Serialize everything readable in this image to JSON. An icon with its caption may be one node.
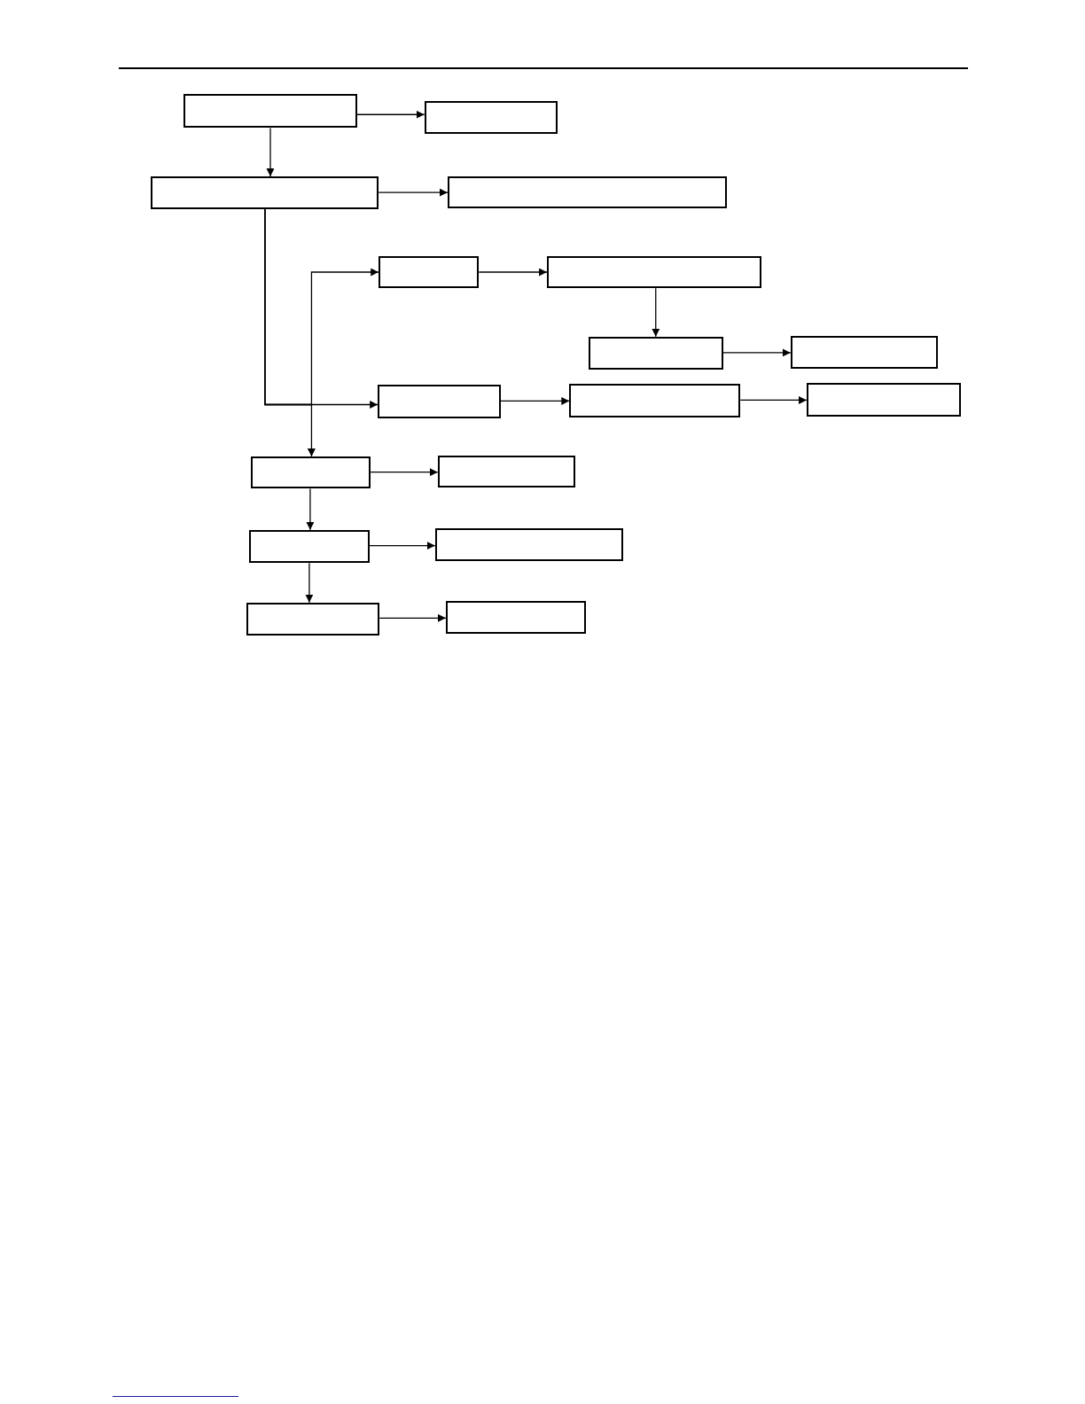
{
  "diagram": {
    "nodes": [
      {
        "text": [],
        "shape": "box"
      },
      {
        "text": [],
        "shape": "box"
      },
      {
        "text": [],
        "shape": "box"
      },
      {
        "text": [],
        "shape": "box"
      },
      {
        "text": [],
        "shape": "box"
      },
      {
        "text": [],
        "shape": "box"
      },
      {
        "text": [],
        "shape": "box"
      },
      {
        "text": [],
        "shape": "box"
      },
      {
        "text": [],
        "shape": "box"
      },
      {
        "text": [],
        "shape": "box"
      },
      {
        "text": [],
        "shape": "box"
      },
      {
        "text": [],
        "shape": "box"
      },
      {
        "text": [],
        "shape": "box"
      },
      {
        "text": [],
        "shape": "box"
      },
      {
        "text": [],
        "shape": "box"
      },
      {
        "text": [],
        "shape": "box"
      },
      {
        "text": [],
        "shape": "box"
      }
    ],
    "edges": [
      {
        "from": 0,
        "to": 1,
        "arrow": "to"
      },
      {
        "from": 0,
        "to": 2,
        "arrow": "to"
      },
      {
        "from": 2,
        "to": 3,
        "arrow": "to"
      },
      {
        "from": 2,
        "to": 4,
        "arrow": "to"
      },
      {
        "from": 2,
        "to": 8,
        "arrow": "to"
      },
      {
        "from": 2,
        "to": 11,
        "arrow": "to"
      },
      {
        "from": 4,
        "to": 5,
        "arrow": "to"
      },
      {
        "from": 5,
        "to": 6,
        "arrow": "to"
      },
      {
        "from": 6,
        "to": 7,
        "arrow": "to"
      },
      {
        "from": 8,
        "to": 9,
        "arrow": "to"
      },
      {
        "from": 9,
        "to": 10,
        "arrow": "to"
      },
      {
        "from": 11,
        "to": 12,
        "arrow": "to"
      },
      {
        "from": 11,
        "to": 13,
        "arrow": "to"
      },
      {
        "from": 13,
        "to": 14,
        "arrow": "to"
      },
      {
        "from": 13,
        "to": 15,
        "arrow": "to"
      },
      {
        "from": 15,
        "to": 16,
        "arrow": "to"
      }
    ]
  }
}
